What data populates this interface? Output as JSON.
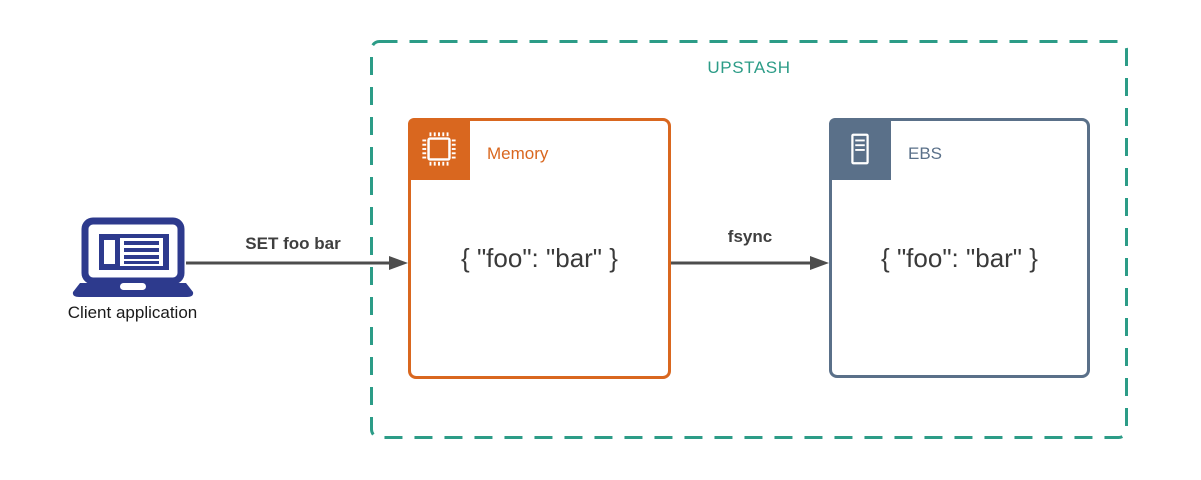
{
  "container": {
    "label": "UPSTASH"
  },
  "client": {
    "label": "Client application",
    "icon": "laptop-icon"
  },
  "memory": {
    "label": "Memory",
    "value": "{ \"foo\": \"bar\" }",
    "icon": "chip-icon"
  },
  "ebs": {
    "label": "EBS",
    "value": "{ \"foo\": \"bar\" }",
    "icon": "server-icon"
  },
  "arrow_set": {
    "label": "SET foo bar"
  },
  "arrow_fsync": {
    "label": "fsync"
  },
  "colors": {
    "teal": "#2C9C87",
    "orange": "#D9671F",
    "slate": "#5A7089",
    "navy": "#2D3A8D",
    "arrow_gray": "#4D4D4D",
    "text_dark": "#3A3A3A"
  }
}
